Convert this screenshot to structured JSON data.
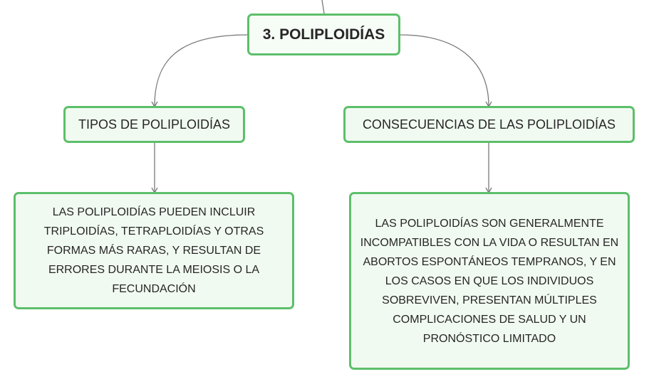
{
  "diagram": {
    "root": {
      "label": "3. POLIPLOIDÍAS"
    },
    "branches": [
      {
        "topic": "TIPOS DE POLIPLOIDÍAS",
        "detail": "LAS POLIPLOIDÍAS PUEDEN INCLUIR TRIPLOIDÍAS, TETRAPLOIDÍAS Y OTRAS FORMAS MÁS RARAS, Y RESULTAN DE ERRORES DURANTE LA MEIOSIS O LA FECUNDACIÓN"
      },
      {
        "topic": "CONSECUENCIAS DE LAS POLIPLOIDÍAS",
        "detail": "LAS POLIPLOIDÍAS SON GENERALMENTE INCOMPATIBLES CON LA VIDA O RESULTAN EN ABORTOS ESPONTÁNEOS TEMPRANOS, Y EN LOS CASOS EN QUE LOS INDIVIDUOS SOBREVIVEN, PRESENTAN MÚLTIPLES COMPLICACIONES DE SALUD Y UN PRONÓSTICO LIMITADO"
      }
    ],
    "colors": {
      "node_border": "#5cbf6a",
      "node_fill": "#f1faf1",
      "connector": "#7a7a7a",
      "text": "#262626"
    }
  }
}
